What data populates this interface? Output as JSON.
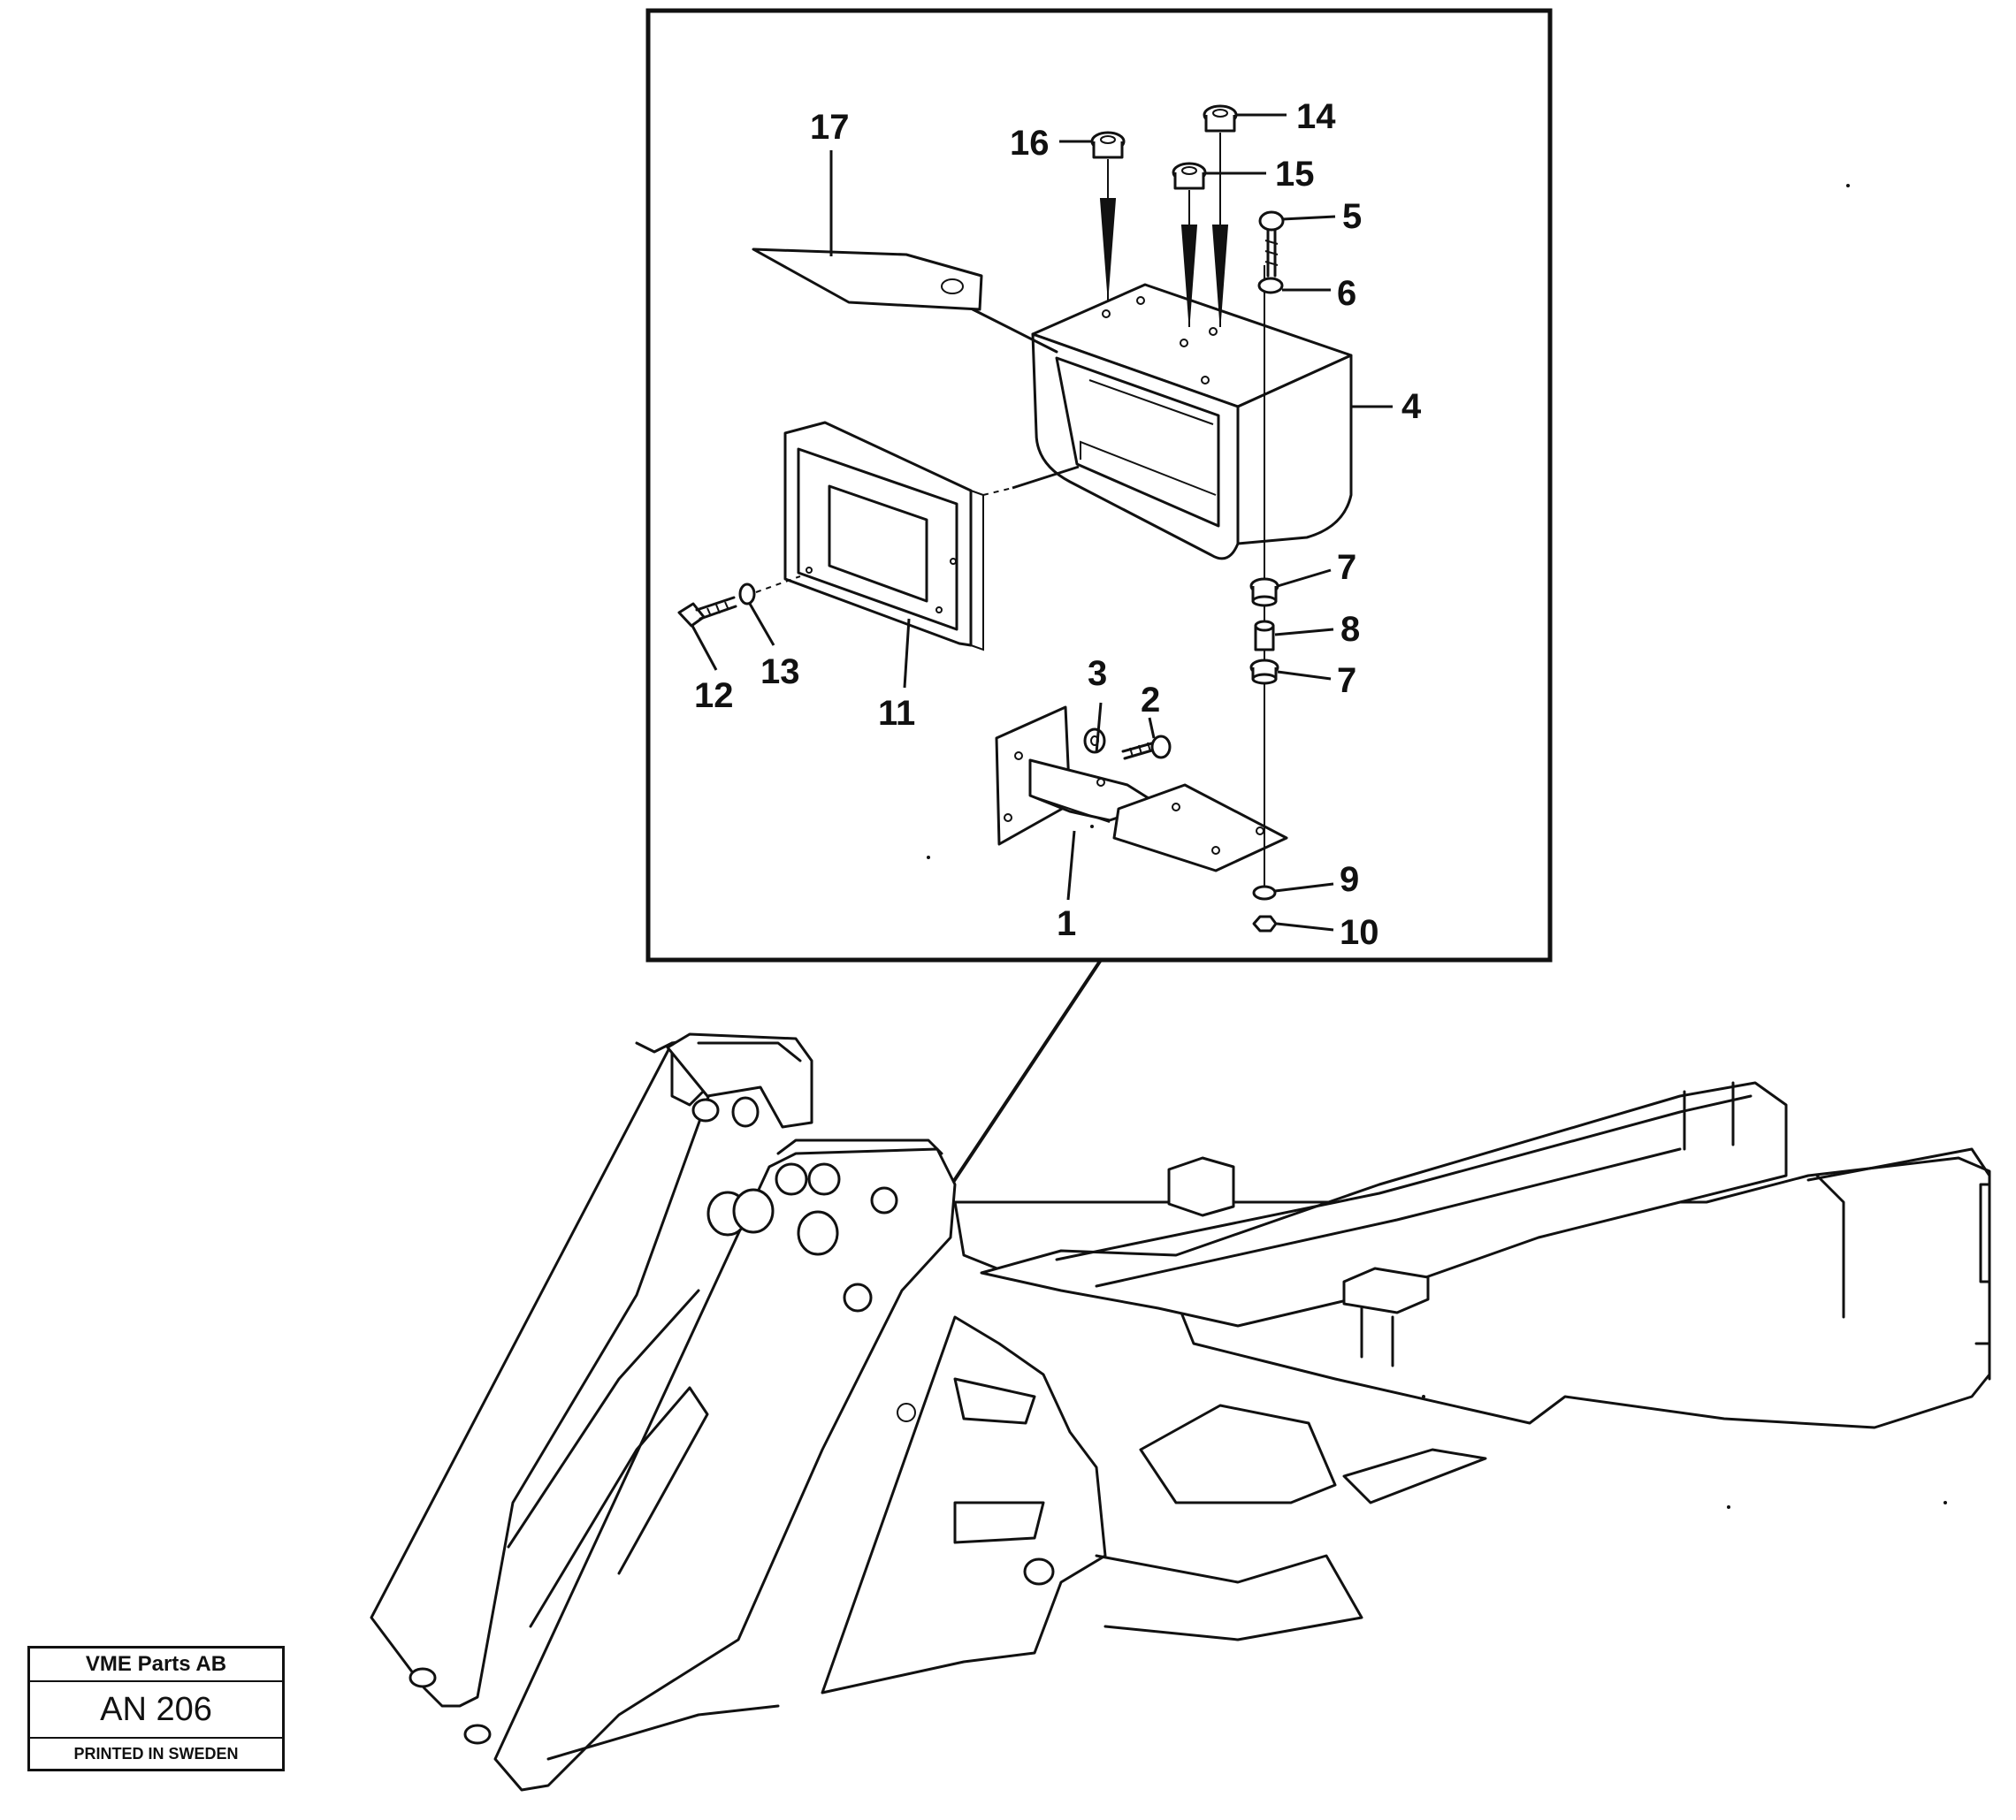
{
  "callouts": {
    "c1": "1",
    "c2": "2",
    "c3": "3",
    "c4": "4",
    "c5": "5",
    "c6": "6",
    "c7a": "7",
    "c7b": "7",
    "c8": "8",
    "c9": "9",
    "c10": "10",
    "c11": "11",
    "c12": "12",
    "c13": "13",
    "c14": "14",
    "c15": "15",
    "c16": "16",
    "c17": "17"
  },
  "stamp": {
    "company": "VME Parts AB",
    "code": "AN 206",
    "printed": "PRINTED IN SWEDEN"
  }
}
